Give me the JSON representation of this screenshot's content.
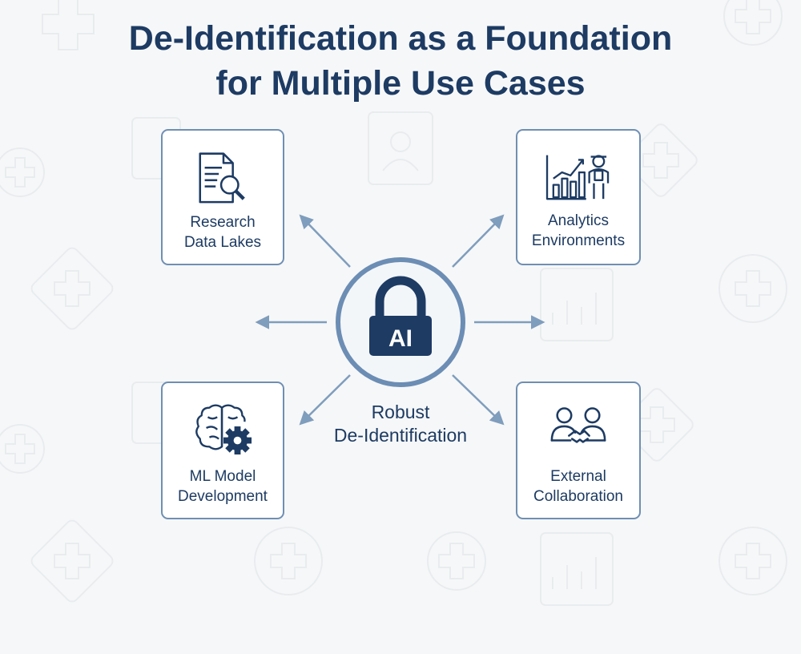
{
  "title": {
    "line1": "De-Identification as a Foundation",
    "line2": "for Multiple Use Cases"
  },
  "hub": {
    "badge": "AI",
    "label_line1": "Robust",
    "label_line2": "De-Identification"
  },
  "cards": [
    {
      "line1": "Research",
      "line2": "Data Lakes",
      "icon": "document-magnifier-icon"
    },
    {
      "line1": "Analytics",
      "line2": "Environments",
      "icon": "bar-chart-person-icon"
    },
    {
      "line1": "ML Model",
      "line2": "Development",
      "icon": "brain-gear-icon"
    },
    {
      "line1": "External",
      "line2": "Collaboration",
      "icon": "people-handshake-icon"
    }
  ],
  "colors": {
    "primary": "#1d3b63",
    "border": "#6f8fb3",
    "arrow": "#7f9dbd",
    "background": "#f6f7f8"
  }
}
